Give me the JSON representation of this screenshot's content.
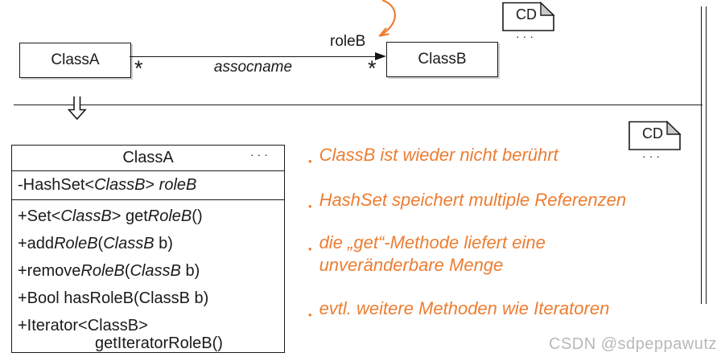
{
  "colors": {
    "accent": "#ED7D31",
    "ink": "#1a1a1a",
    "watermark": "#b8b8b8"
  },
  "slide": {
    "watermark": "CSDN @sdpeppawutz"
  },
  "bullet": "•",
  "uml_assoc": {
    "class_a": "ClassA",
    "class_b": "ClassB",
    "assoc_name": "assocname",
    "role_b": "roleB",
    "mult_a": "*",
    "mult_b": "*"
  },
  "cd_notes": [
    {
      "label": "CD",
      "dots": "···"
    },
    {
      "label": "CD",
      "dots": "···"
    }
  ],
  "class_detail": {
    "title": "ClassA",
    "dots": "···",
    "attribute": [
      [
        {
          "t": "-HashSet<",
          "i": false
        },
        {
          "t": "ClassB",
          "i": true
        },
        {
          "t": "> ",
          "i": false
        },
        {
          "t": "roleB",
          "i": true
        }
      ]
    ],
    "methods": [
      [
        [
          {
            "t": "+Set<",
            "i": false
          },
          {
            "t": "ClassB",
            "i": true
          },
          {
            "t": "> get",
            "i": false
          },
          {
            "t": "RoleB",
            "i": true
          },
          {
            "t": "()",
            "i": false
          }
        ]
      ],
      [
        [
          {
            "t": "+add",
            "i": false
          },
          {
            "t": "RoleB",
            "i": true
          },
          {
            "t": "(",
            "i": false
          },
          {
            "t": "ClassB",
            "i": true
          },
          {
            "t": " b)",
            "i": false
          }
        ]
      ],
      [
        [
          {
            "t": "+remove",
            "i": false
          },
          {
            "t": "RoleB",
            "i": true
          },
          {
            "t": "(",
            "i": false
          },
          {
            "t": "ClassB",
            "i": true
          },
          {
            "t": " b)",
            "i": false
          }
        ]
      ],
      [
        [
          {
            "t": "+Bool hasRoleB(ClassB b)",
            "i": false
          }
        ]
      ],
      [
        [
          {
            "t": "+Iterator<ClassB>",
            "i": false
          }
        ],
        [
          {
            "t": "getIteratorRoleB()",
            "i": false
          }
        ]
      ]
    ]
  },
  "notes": [
    {
      "lines": [
        "ClassB ist wieder nicht berührt"
      ]
    },
    {
      "lines": [
        "HashSet speichert multiple Referenzen"
      ]
    },
    {
      "lines": [
        "die „get“-Methode liefert eine",
        "unveränderbare Menge"
      ]
    },
    {
      "lines": [
        "evtl. weitere Methoden wie Iteratoren"
      ]
    }
  ]
}
